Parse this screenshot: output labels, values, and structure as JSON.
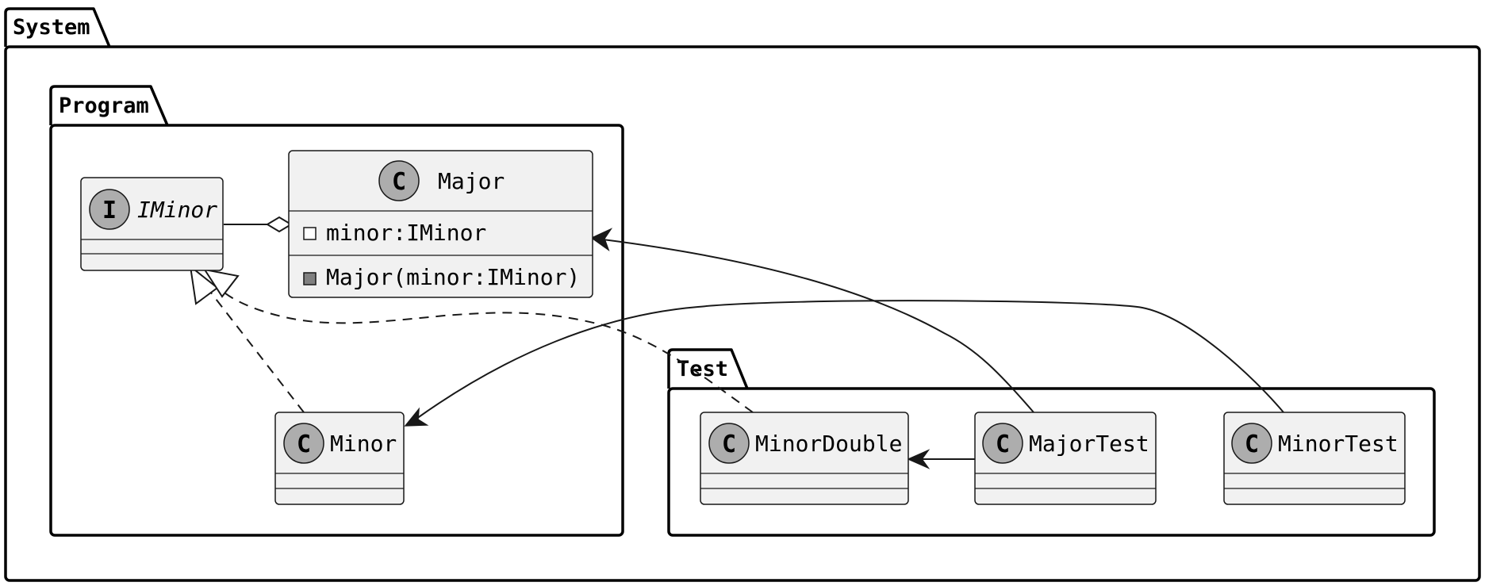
{
  "packages": {
    "system": {
      "title": "System"
    },
    "program": {
      "title": "Program"
    },
    "test": {
      "title": "Test"
    }
  },
  "classes": {
    "iminor": {
      "stereotype": "I",
      "name": "IMinor",
      "kind": "interface"
    },
    "major": {
      "stereotype": "C",
      "name": "Major",
      "kind": "class",
      "field": "minor:IMinor",
      "method": "Major(minor:IMinor)"
    },
    "minor": {
      "stereotype": "C",
      "name": "Minor",
      "kind": "class"
    },
    "minordouble": {
      "stereotype": "C",
      "name": "MinorDouble",
      "kind": "class"
    },
    "majortest": {
      "stereotype": "C",
      "name": "MajorTest",
      "kind": "class"
    },
    "minortest": {
      "stereotype": "C",
      "name": "MinorTest",
      "kind": "class"
    }
  },
  "relations": [
    {
      "from": "Major",
      "to": "IMinor",
      "type": "aggregation"
    },
    {
      "from": "Minor",
      "to": "IMinor",
      "type": "realization"
    },
    {
      "from": "MinorDouble",
      "to": "IMinor",
      "type": "realization"
    },
    {
      "from": "MajorTest",
      "to": "Major",
      "type": "association"
    },
    {
      "from": "MinorTest",
      "to": "Minor",
      "type": "association"
    },
    {
      "from": "MajorTest",
      "to": "MinorDouble",
      "type": "association"
    }
  ],
  "colors": {
    "class_fill": "#f1f1f1",
    "stereotype_fill": "#adadad",
    "line": "#181818"
  }
}
